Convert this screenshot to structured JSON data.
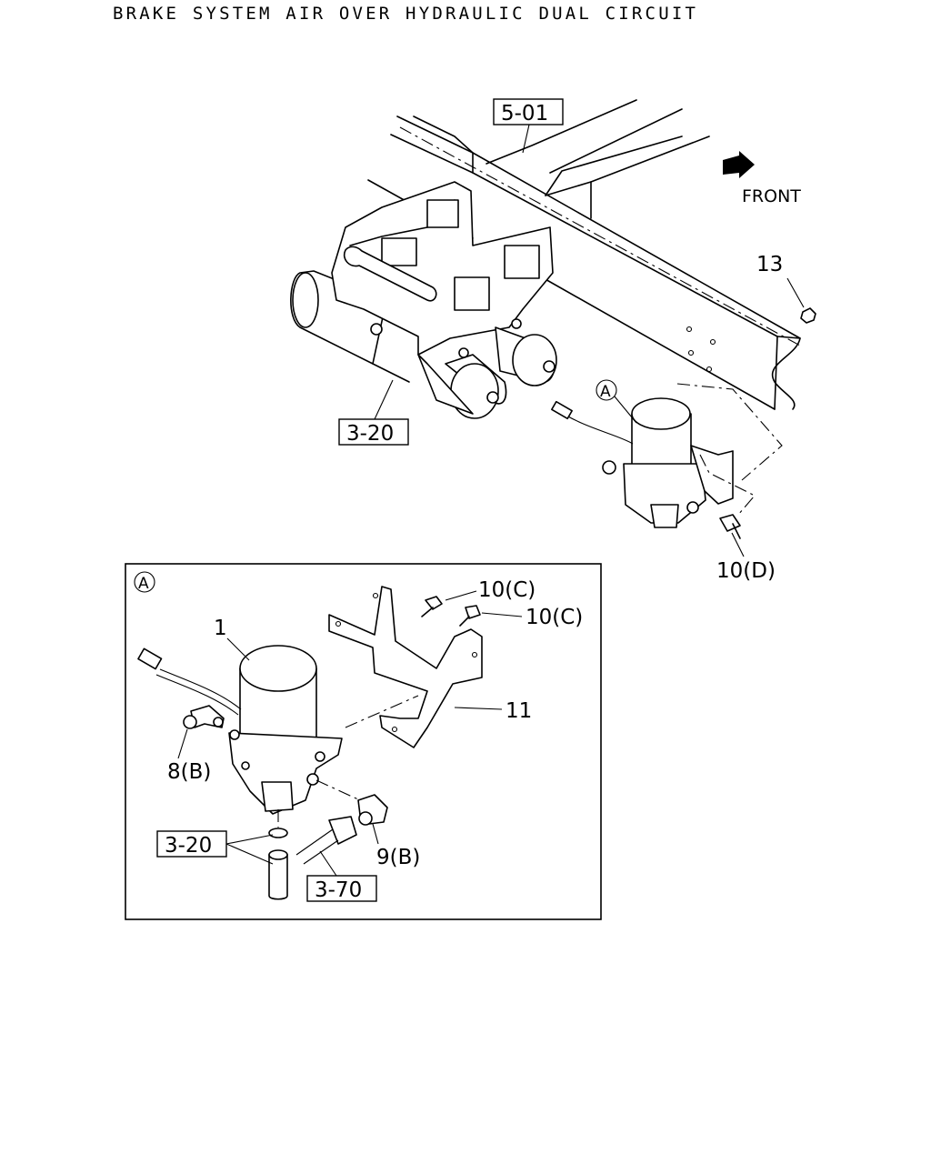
{
  "header": {
    "title": "BRAKE SYSTEM AIR OVER HYDRAULIC DUAL CIRCUIT"
  },
  "direction": {
    "label": "FRONT",
    "icon": "arrow-front-icon"
  },
  "refs": {
    "r501": "5-01",
    "r320_top": "3-20",
    "r320_detail": "3-20",
    "r370": "3-70"
  },
  "callouts": {
    "c13": "13",
    "c10d": "10(D)",
    "c10c_a": "10(C)",
    "c10c_b": "10(C)",
    "c1": "1",
    "c11": "11",
    "c8b": "8(B)",
    "c9b": "9(B)"
  },
  "view_marker": {
    "main": "A",
    "detail": "A"
  }
}
